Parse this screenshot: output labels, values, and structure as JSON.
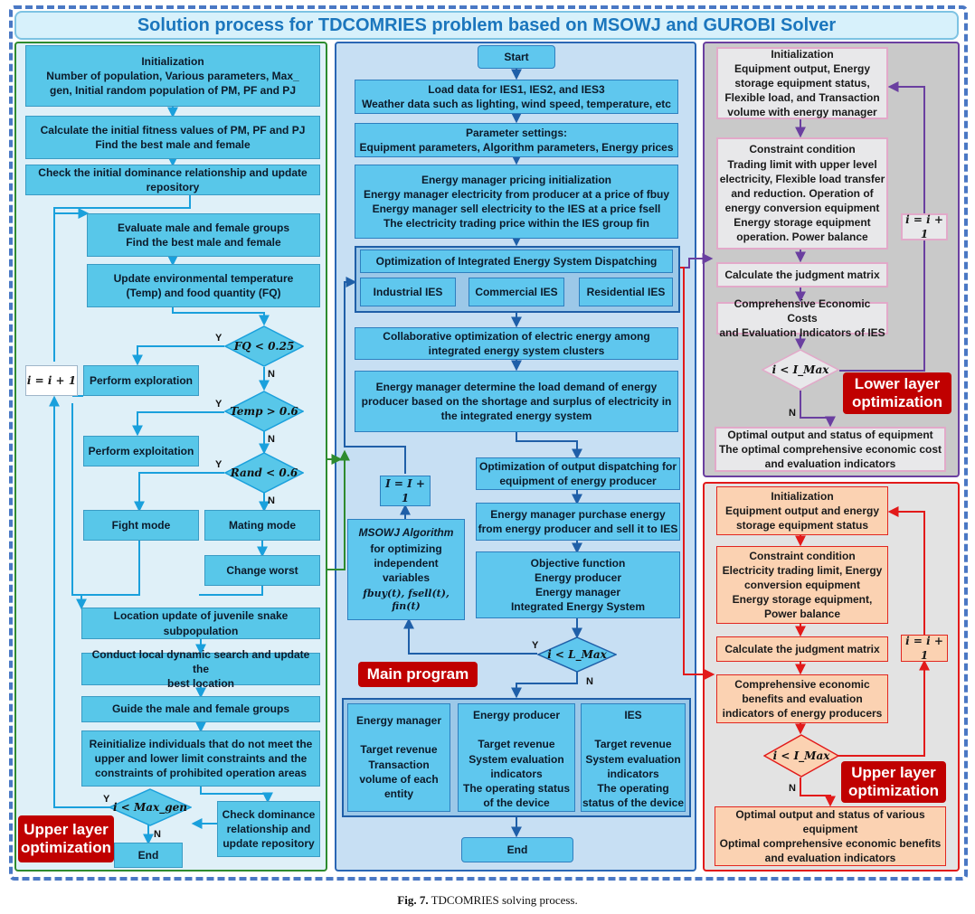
{
  "title": "Solution process for TDCOMRIES problem based on MSOWJ and GUROBI Solver",
  "caption": {
    "label": "Fig. 7.",
    "text": "TDCOMRIES solving process."
  },
  "colors": {
    "left_panel": "#dff0f8",
    "mid_panel": "#c7dff3",
    "box_blue": "#58c7e9",
    "purple": "#6a3fa0",
    "red": "#e21a1a",
    "peach": "#fbd2b2",
    "dark_red_tag": "#c00000"
  },
  "left": {
    "init": "Initialization\nNumber of population, Various parameters, Max_\ngen, Initial random population of PM, PF and  PJ",
    "calc": "Calculate the initial fitness values of PM, PF and PJ\nFind the best male and female",
    "check_initial": "Check the initial dominance relationship and update\nrepository",
    "evaluate": "Evaluate male and female groups\nFind the best male and female",
    "update_env": "Update environmental temperature\n(Temp) and food quantity (FQ)",
    "cond_food": "FQ < 0.25",
    "cond_temp": "Temp > 0.6",
    "cond_rand": "Rand < 0.6",
    "exploration": "Perform exploration",
    "exploitation": "Perform exploitation",
    "fight": "Fight mode",
    "mating": "Mating mode",
    "change_worst": "Change worst",
    "location_update": "Location update of juvenile snake\nsubpopulation",
    "local_search": "Conduct local dynamic search and update the\nbest location",
    "guide": "Guide the male and female groups",
    "reinit": "Reinitialize individuals that do not meet the\nupper and lower limit constraints and the\nconstraints of prohibited operation areas",
    "cond_max": "i < Max_gen",
    "check_dom": "Check dominance\nrelationship and\nupdate repository",
    "end": "End",
    "incr": "i = i + 1",
    "tag": "Upper layer\noptimization",
    "y": "Y",
    "n": "N"
  },
  "mid": {
    "start": "Start",
    "load_data": "Load data for IES1, IES2, and IES3\nWeather data such as lighting, wind speed, temperature, etc",
    "params": "Parameter settings:\nEquipment parameters, Algorithm parameters, Energy prices",
    "pricing": "Energy manager pricing initialization\nEnergy manager electricity from producer at a price of fbuy\nEnergy manager sell electricity to the IES at a price fsell\nThe electricity trading price within the IES group fin",
    "opt_title": "Optimization of Integrated Energy System Dispatching",
    "industrial": "Industrial IES",
    "commercial": "Commercial IES",
    "residential": "Residential IES",
    "collab": "Collaborative optimization of electric energy among\nintegrated energy system clusters",
    "load_demand": "Energy manager determine the load demand of energy\nproducer based on the shortage and surplus of electricity in\nthe integrated energy system",
    "out_dispatch": "Optimization of output dispatching for\nequipment of energy producer",
    "purchase": "Energy manager purchase energy\nfrom energy producer and sell it to IES",
    "objective": "Objective function\nEnergy producer\nEnergy manager\nIntegrated Energy System",
    "cond": "i < L_Max",
    "incr": "I = I + 1",
    "msowj_title": "MSOWJ Algorithm",
    "msowj_body": "for optimizing\nindependent\nvariables",
    "msowj_vars": "fbuy(t), fsell(t), fin(t)",
    "main_tag": "Main program",
    "res_manager": "Energy manager\n\nTarget revenue\nTransaction\nvolume of each\nentity",
    "res_producer": "Energy producer\n\nTarget revenue\nSystem evaluation\nindicators\nThe operating status\nof the device",
    "res_ies": "IES\n\nTarget revenue\nSystem evaluation\nindicators\nThe operating\nstatus of the device",
    "end": "End",
    "y": "Y",
    "n": "N"
  },
  "lower": {
    "init": "Initialization\nEquipment output, Energy\nstorage equipment status,\nFlexible load, and Transaction\nvolume with energy manager",
    "constraint": "Constraint condition\nTrading limit with upper level\nelectricity, Flexible load transfer\nand reduction. Operation of\nenergy conversion equipment\nEnergy storage equipment\noperation. Power balance",
    "judge": "Calculate the judgment matrix",
    "costs": "Comprehensive Economic Costs\nand Evaluation Indicators of IES",
    "cond": "i < I_Max",
    "incr": "i = i + 1",
    "optimal": "Optimal output and status of equipment\nThe optimal comprehensive economic cost\nand evaluation indicators",
    "tag": "Lower layer\noptimization",
    "n": "N"
  },
  "upper": {
    "init": "Initialization\nEquipment output and energy\nstorage equipment status",
    "constraint": "Constraint condition\nElectricity trading limit, Energy\nconversion equipment\nEnergy storage equipment,\nPower balance",
    "judge": "Calculate the judgment matrix",
    "benefits": "Comprehensive economic\nbenefits and evaluation\nindicators of energy producers",
    "cond": "i < I_Max",
    "incr": "i = i + 1",
    "optimal": "Optimal output and status of various\nequipment\nOptimal comprehensive economic benefits\nand evaluation indicators",
    "tag": "Upper layer\noptimization",
    "n": "N"
  }
}
